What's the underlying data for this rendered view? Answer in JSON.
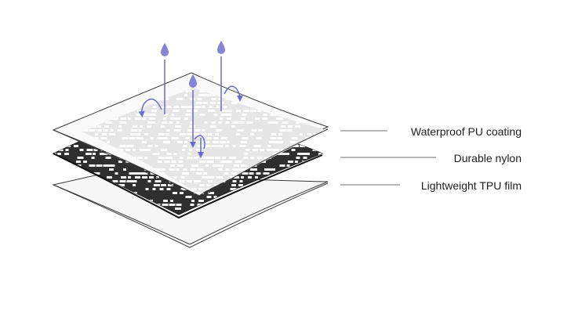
{
  "layers": [
    {
      "label": "Waterproof PU coating"
    },
    {
      "label": "Durable nylon"
    },
    {
      "label": "Lightweight TPU film"
    }
  ],
  "colors": {
    "water": "#8485d6",
    "arrow": "#6a6bd0",
    "outline": "#3a3a3a",
    "weave_dark": "#2f2f2f",
    "weave_light": "#f4f4f4",
    "coating_weave": "#bdbdbd",
    "leader_line": "#6e6e6e"
  },
  "icons": [
    "water-drop-icon",
    "curved-arrow-icon",
    "arrow-down-icon"
  ]
}
